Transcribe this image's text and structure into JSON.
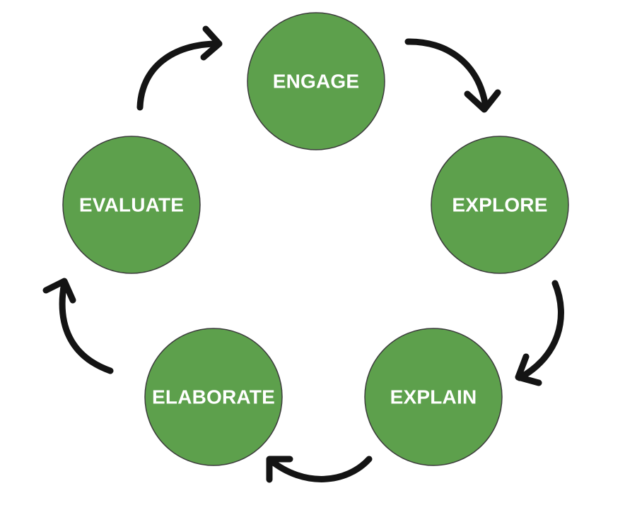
{
  "diagram": {
    "type": "cycle",
    "colors": {
      "circle_fill": "#5DA04C",
      "circle_stroke": "#3c3c3c",
      "label": "#ffffff",
      "arrow": "#141414",
      "background": "#ffffff"
    },
    "stages": [
      {
        "id": "engage",
        "label": "ENGAGE"
      },
      {
        "id": "explore",
        "label": "EXPLORE"
      },
      {
        "id": "explain",
        "label": "EXPLAIN"
      },
      {
        "id": "elaborate",
        "label": "ELABORATE"
      },
      {
        "id": "evaluate",
        "label": "EVALUATE"
      }
    ],
    "arrows": [
      {
        "from": "engage",
        "to": "explore"
      },
      {
        "from": "explore",
        "to": "explain"
      },
      {
        "from": "explain",
        "to": "elaborate"
      },
      {
        "from": "elaborate",
        "to": "evaluate"
      },
      {
        "from": "evaluate",
        "to": "engage"
      }
    ]
  }
}
